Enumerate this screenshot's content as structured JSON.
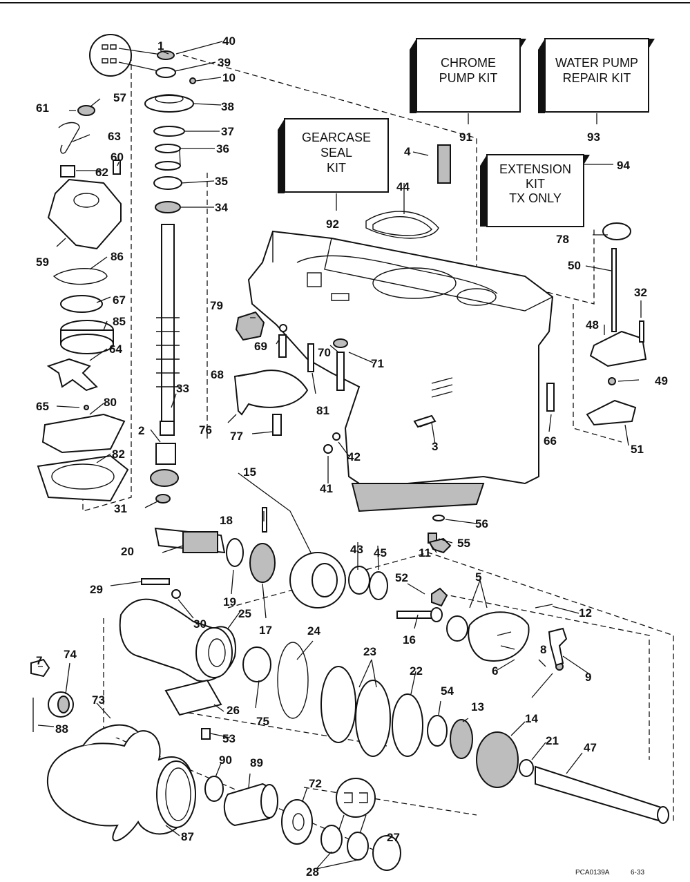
{
  "kits": [
    {
      "id": "chrome",
      "lines": [
        "CHROME",
        "PUMP KIT"
      ],
      "ref": "91"
    },
    {
      "id": "water",
      "lines": [
        "WATER PUMP",
        "REPAIR KIT"
      ],
      "ref": "93"
    },
    {
      "id": "seal",
      "lines": [
        "GEARCASE",
        "SEAL",
        "KIT"
      ],
      "ref": "92"
    },
    {
      "id": "extension",
      "lines": [
        "EXTENSION",
        "KIT",
        "TX ONLY"
      ],
      "ref": "94"
    }
  ],
  "callouts": [
    "1",
    "40",
    "39",
    "10",
    "38",
    "37",
    "36",
    "35",
    "34",
    "61",
    "57",
    "63",
    "60",
    "62",
    "59",
    "86",
    "67",
    "85",
    "64",
    "65",
    "80",
    "82",
    "33",
    "2",
    "31",
    "15",
    "79",
    "69",
    "68",
    "76",
    "77",
    "81",
    "70",
    "71",
    "4",
    "44",
    "78",
    "50",
    "32",
    "48",
    "49",
    "51",
    "66",
    "3",
    "42",
    "41",
    "56",
    "55",
    "18",
    "20",
    "19",
    "17",
    "43",
    "45",
    "11",
    "52",
    "5",
    "12",
    "29",
    "30",
    "25",
    "16",
    "24",
    "23",
    "22",
    "6",
    "8",
    "9",
    "7",
    "74",
    "73",
    "88",
    "75",
    "26",
    "53",
    "54",
    "13",
    "14",
    "21",
    "47",
    "90",
    "89",
    "72",
    "27",
    "28",
    "87"
  ],
  "code": "PCA0139A",
  "code_page": "6-33"
}
